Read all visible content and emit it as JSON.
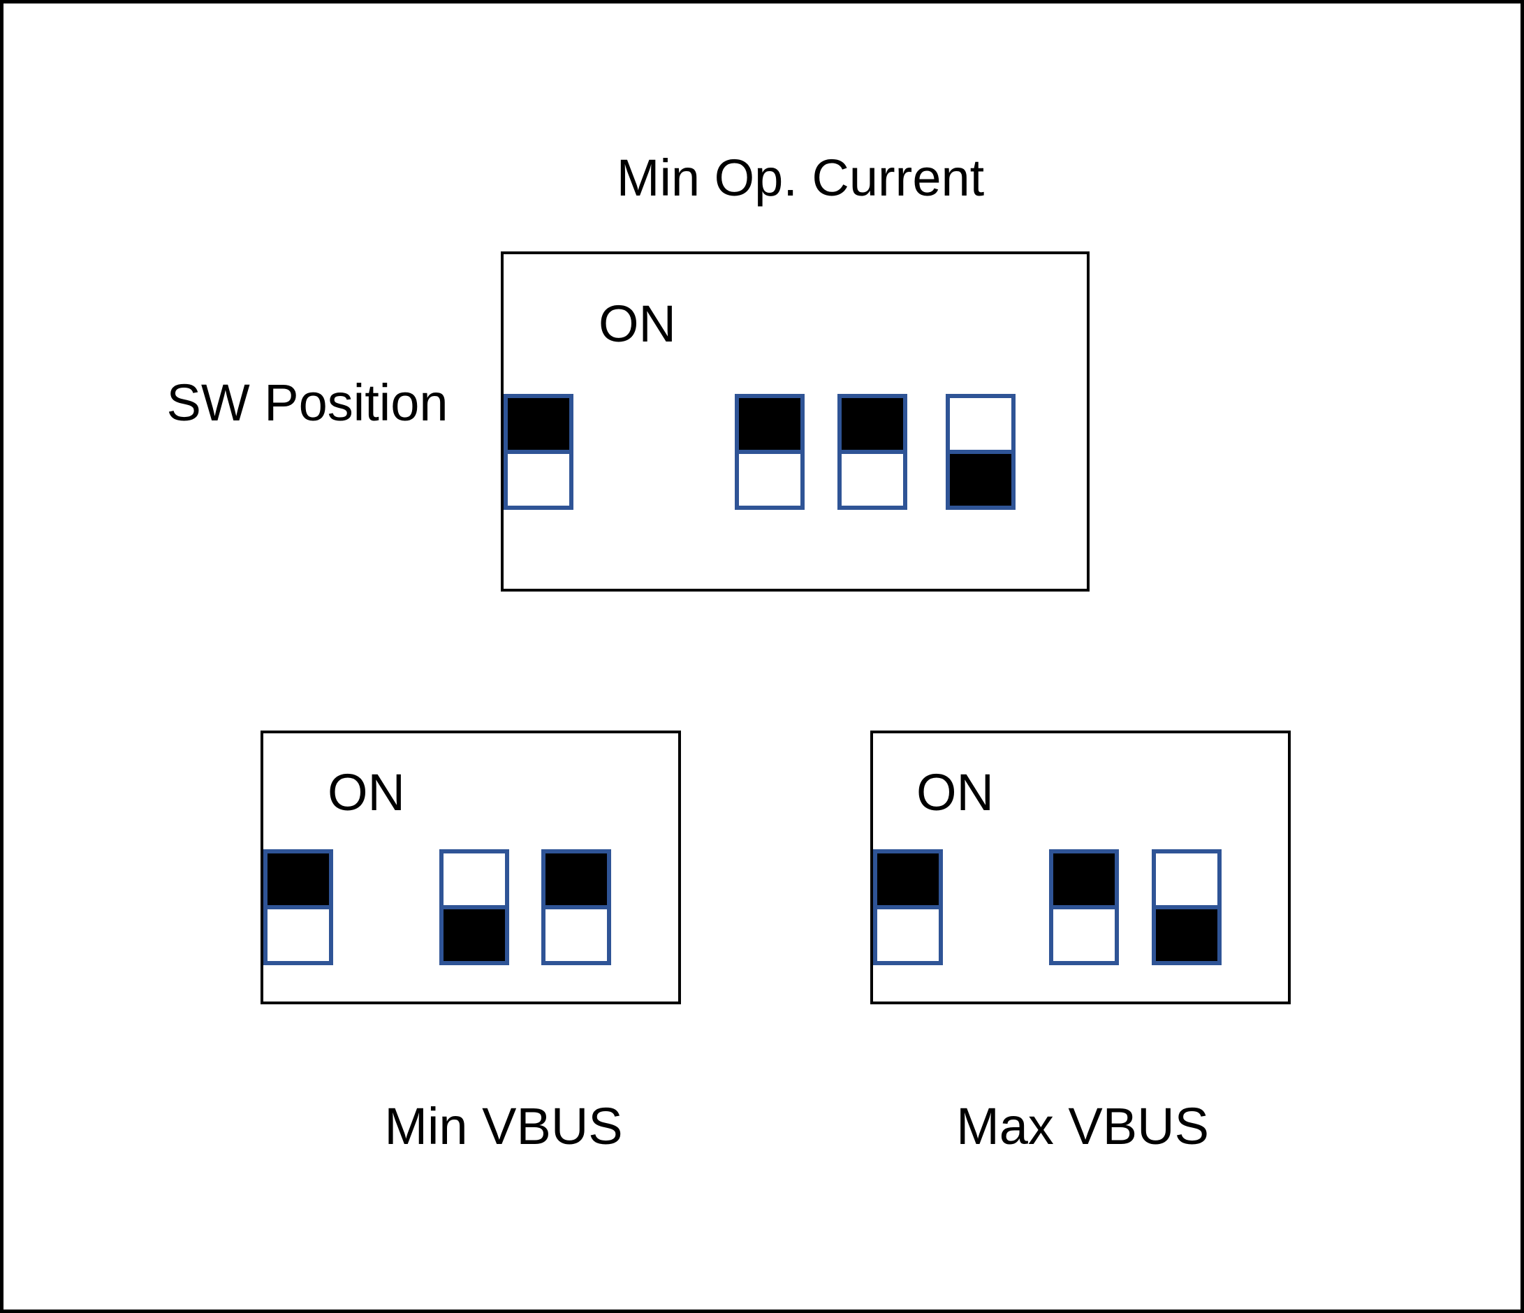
{
  "figure": {
    "title": "Min Op. Current",
    "side_label": "SW Position",
    "min_op_current_box": {
      "on_label": "ON",
      "switches": [
        "on",
        "on",
        "off",
        "on"
      ]
    },
    "min_vbus_box": {
      "on_label": "ON",
      "caption": "Min VBUS",
      "switches": [
        "off",
        "on",
        "on"
      ]
    },
    "max_vbus_box": {
      "on_label": "ON",
      "caption": "Max VBUS",
      "switches": [
        "on",
        "off",
        "on"
      ]
    }
  },
  "colors": {
    "switch_border": "#2F5496",
    "switch_fill_on": "#000000",
    "box_border": "#000000",
    "background": "#FFFFFF"
  }
}
